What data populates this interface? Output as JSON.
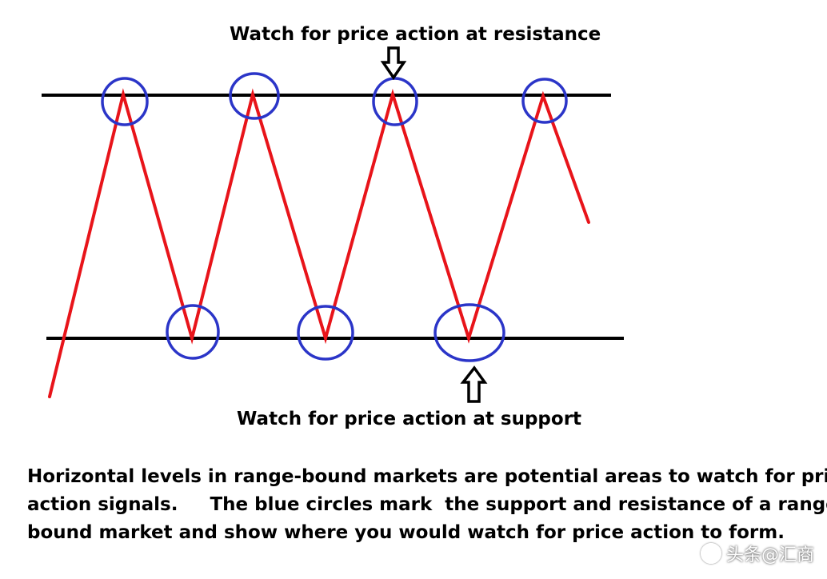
{
  "labels": {
    "top": "Watch for price action at resistance",
    "bottom": "Watch for price action at support"
  },
  "caption": {
    "lines": [
      "Horizontal levels in range-bound markets are potential areas to watch for price",
      "action signals.     The blue circles mark  the support and resistance of a range-",
      "bound market and show where you would watch for price action to form."
    ]
  },
  "watermark": {
    "text": "头条@汇商"
  },
  "colors": {
    "level_line": "#000000",
    "price_line": "#e8141a",
    "circle": "#2b35c8",
    "arrow": "#000000"
  },
  "icons": {
    "top_arrow": "arrow-down-icon",
    "bottom_arrow": "arrow-up-icon"
  }
}
